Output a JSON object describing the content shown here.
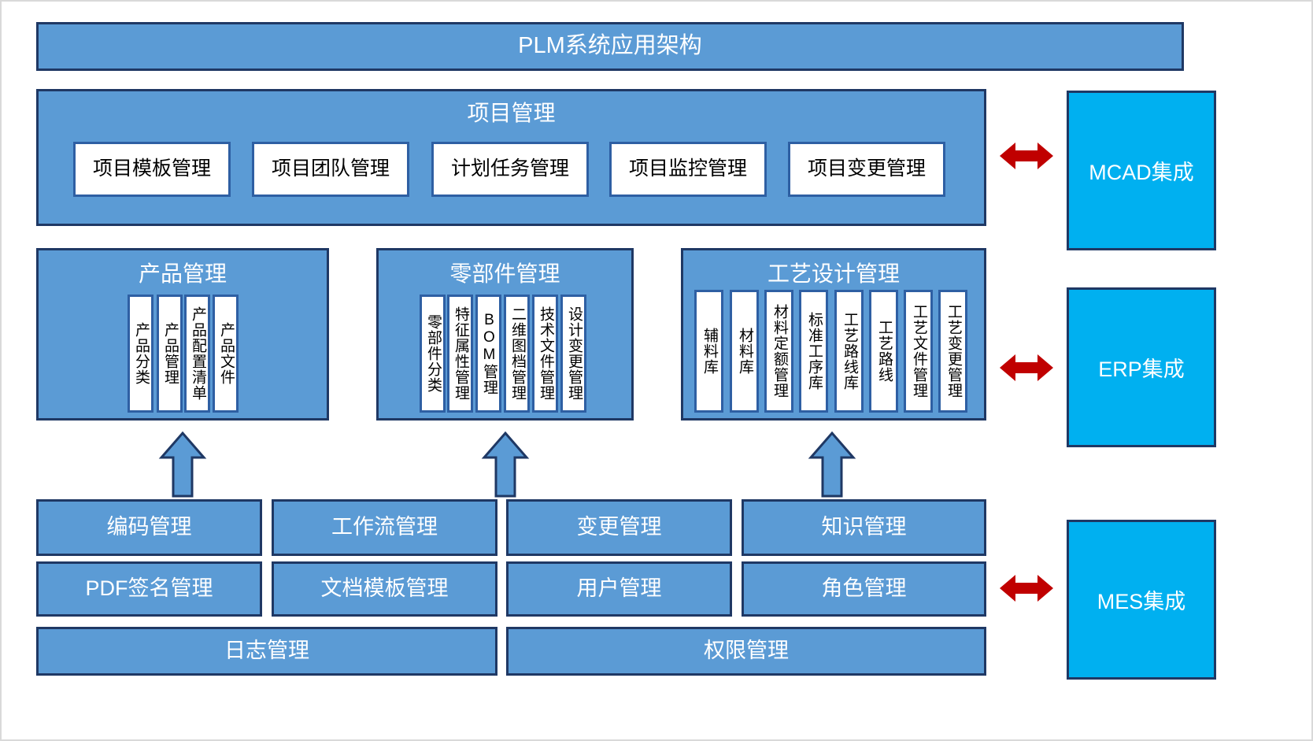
{
  "title": "PLM系统应用架构",
  "project": {
    "title": "项目管理",
    "items": [
      "项目模板管理",
      "项目团队管理",
      "计划任务管理",
      "项目监控管理",
      "项目变更管理"
    ]
  },
  "product": {
    "title": "产品管理",
    "items": [
      "产品分类",
      "产品管理",
      "产品配置清单",
      "产品文件"
    ]
  },
  "parts": {
    "title": "零部件管理",
    "items": [
      "零部件分类",
      "特征属性管理",
      "BOM管理",
      "二维图档管理",
      "技术文件管理",
      "设计变更管理"
    ]
  },
  "process": {
    "title": "工艺设计管理",
    "items": [
      "辅料库",
      "材料库",
      "材料定额管理",
      "标准工序库",
      "工艺路线库",
      "工艺路线",
      "工艺文件管理",
      "工艺变更管理"
    ]
  },
  "platform": {
    "row1": [
      "编码管理",
      "工作流管理",
      "变更管理",
      "知识管理"
    ],
    "row2": [
      "PDF签名管理",
      "文档模板管理",
      "用户管理",
      "角色管理"
    ],
    "row3": [
      "日志管理",
      "权限管理"
    ]
  },
  "integrations": [
    {
      "label": "MCAD集成",
      "arrow": "double-arrow-icon"
    },
    {
      "label": "ERP集成",
      "arrow": "double-arrow-icon"
    },
    {
      "label": "MES集成",
      "arrow": "double-arrow-icon"
    }
  ],
  "up_arrows": [
    "up-arrow-icon",
    "up-arrow-icon",
    "up-arrow-icon"
  ],
  "colors": {
    "primary_blue": "#5B9BD5",
    "border_navy": "#1F3864",
    "integration_cyan": "#00B0F0",
    "arrow_red": "#C00000",
    "white_box_border": "#2E5FA3",
    "canvas_border": "#D9D9D9"
  }
}
